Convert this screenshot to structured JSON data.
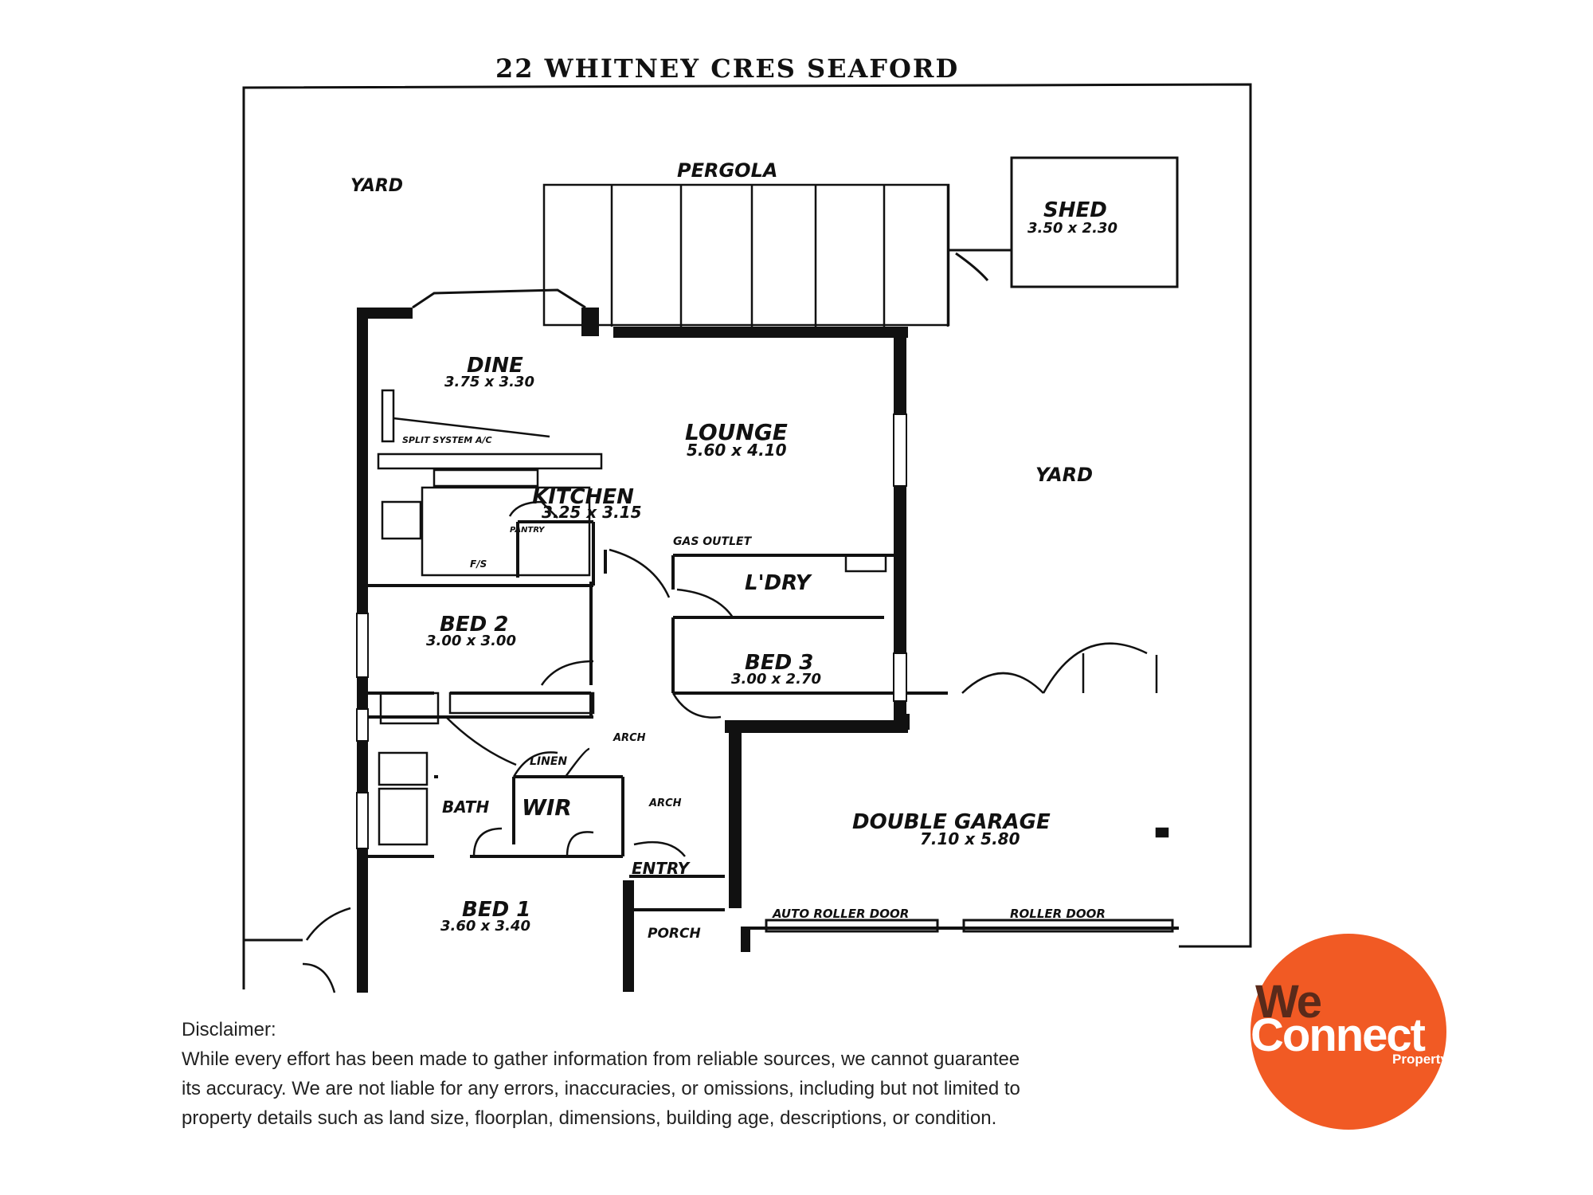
{
  "title": "22 WHITNEY CRES SEAFORD",
  "rooms": {
    "yard_top": "YARD",
    "yard_right": "YARD",
    "pergola": "PERGOLA",
    "shed": {
      "name": "SHED",
      "size": "3.50 x 2.30"
    },
    "dine": {
      "name": "DINE",
      "size": "3.75 x 3.30"
    },
    "lounge": {
      "name": "LOUNGE",
      "size": "5.60 x 4.10"
    },
    "kitchen": {
      "name": "KITCHEN",
      "size": "3.25 x 3.15"
    },
    "laundry": "L'DRY",
    "bed2": {
      "name": "BED 2",
      "size": "3.00 x 3.00"
    },
    "bed3": {
      "name": "BED 3",
      "size": "3.00 x 2.70"
    },
    "bed1": {
      "name": "BED 1",
      "size": "3.60 x 3.40"
    },
    "garage": {
      "name": "DOUBLE GARAGE",
      "size": "7.10 x 5.80"
    },
    "bath": "BATH",
    "wir": "WIR",
    "linen": "LINEN",
    "entry": "ENTRY",
    "porch": "PORCH",
    "pantry": "PANTRY",
    "fs": "F/S",
    "arch1": "ARCH",
    "arch2": "ARCH",
    "split_system": "SPLIT SYSTEM A/C",
    "gas_outlet": "GAS OUTLET",
    "auto_roller_door": "AUTO ROLLER DOOR",
    "roller_door": "ROLLER DOOR"
  },
  "disclaimer": {
    "heading": "Disclaimer:",
    "lines": [
      "While every effort has been made to gather information from reliable sources, we cannot guarantee",
      "its accuracy. We are not liable for any errors, inaccuracies, or omissions, including but not limited to",
      "property details such as land size, floorplan, dimensions, building age, descriptions, or condition."
    ]
  },
  "logo": {
    "line1": "We",
    "line2": "Connect",
    "line3": "Property",
    "color": "#f15a24"
  }
}
